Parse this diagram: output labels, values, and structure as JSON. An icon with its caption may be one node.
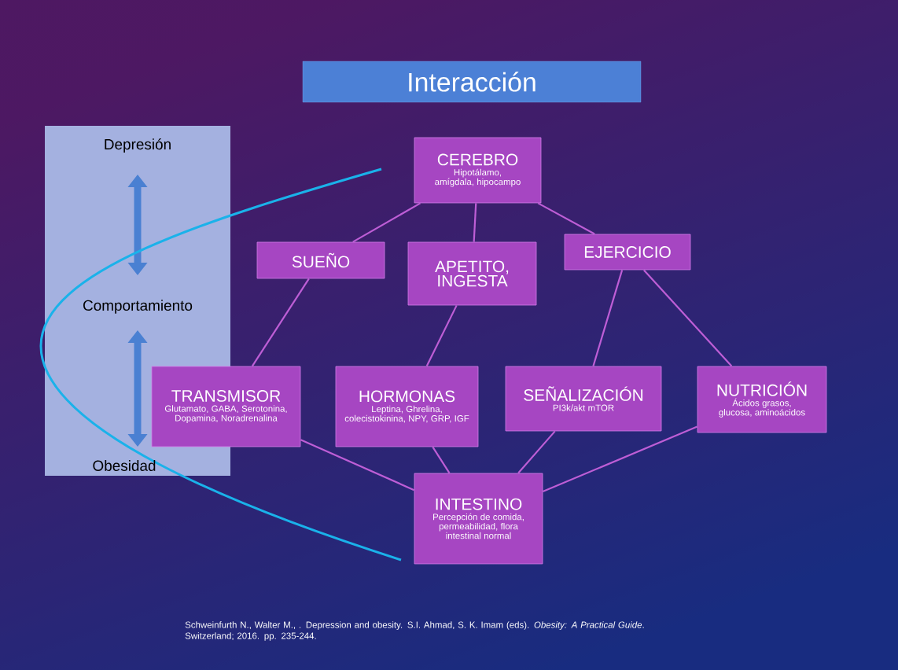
{
  "diagram": {
    "title": "Interacción",
    "nodes": [
      {
        "text": [
          "Depresión",
          "Comportamiento",
          "Obesidad"
        ]
      },
      {
        "text": [
          "CEREBRO",
          "Hipotálamo, amígdala, hipocampo"
        ]
      },
      {
        "text": [
          "SUEÑO"
        ]
      },
      {
        "text": [
          "APETITO, INGESTA"
        ]
      },
      {
        "text": [
          "EJERCICIO"
        ]
      },
      {
        "text": [
          "TRANSMISOR",
          "Glutamato, GABA, Serotonina, Dopamina, Noradrenalina"
        ]
      },
      {
        "text": [
          "HORMONAS",
          "Leptina, Ghrelina, colecistokinina, NPY, GRP, IGF"
        ]
      },
      {
        "text": [
          "SEÑALIZACIÓN",
          "PI3k/akt mTOR"
        ]
      },
      {
        "text": [
          "NUTRICIÓN",
          "Ácidos grasos, glucosa, aminoácidos"
        ]
      },
      {
        "text": [
          "INTESTINO",
          "Percepción de comida, permeabilidad, flora intestinal normal"
        ]
      }
    ],
    "edges": [
      {
        "from": 1,
        "to": 2,
        "arrow": "none"
      },
      {
        "from": 1,
        "to": 3,
        "arrow": "none"
      },
      {
        "from": 1,
        "to": 4,
        "arrow": "none"
      },
      {
        "from": 2,
        "to": 5,
        "arrow": "none"
      },
      {
        "from": 3,
        "to": 6,
        "arrow": "none"
      },
      {
        "from": 4,
        "to": 7,
        "arrow": "none"
      },
      {
        "from": 4,
        "to": 8,
        "arrow": "none"
      },
      {
        "from": 5,
        "to": 9,
        "arrow": "none"
      },
      {
        "from": 6,
        "to": 9,
        "arrow": "none"
      },
      {
        "from": 7,
        "to": 9,
        "arrow": "none"
      },
      {
        "from": 8,
        "to": 9,
        "arrow": "none"
      }
    ],
    "labels": [
      "Schweinfurth N., Walter M., . Depression and obesity. S.I. Ahmad, S. K. Imam (eds). *Obesity: A Practical Guide*. Switzerland; 2016. pp. 235-244."
    ]
  }
}
